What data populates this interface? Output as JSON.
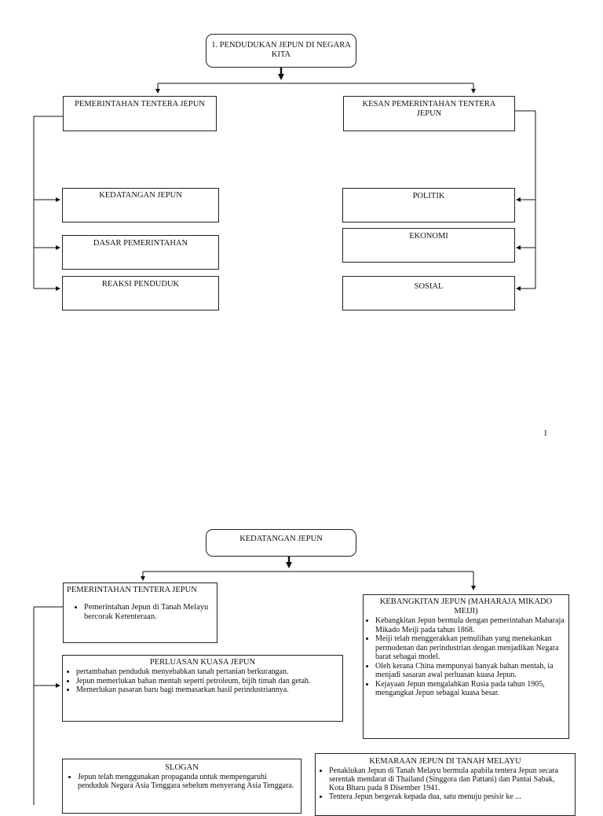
{
  "page1": {
    "title": "1. PENDUDUKAN JEPUN DI NEGARA KITA",
    "left_header": "PEMERINTAHAN TENTERA JEPUN",
    "right_header": "KESAN PEMERINTAHAN TENTERA JEPUN",
    "left_items": [
      "KEDATANGAN JEPUN",
      "DASAR PEMERINTAHAN",
      "REAKSI PENDUDUK"
    ],
    "right_items": [
      "POLITIK",
      "EKONOMI",
      "SOSIAL"
    ],
    "page_number": "1"
  },
  "page2": {
    "title": "KEDATANGAN JEPUN",
    "pemerintahan": {
      "title": "PEMERINTAHAN TENTERA JEPUN",
      "bullets": [
        "Pemerintahan Jepun di Tanah Melayu bercorak Ketenteraan."
      ]
    },
    "kebangkitan": {
      "title": "KEBANGKITAN JEPUN (MAHARAJA MIKADO MEIJI)",
      "bullets": [
        "Kebangkitan Jepun bermula dengan pemerintahan Maharaja Mikado Meiji pada tahun 1868.",
        "Meiji telah menggerakkan pemulihan yang menekankan permodenan dan perindustrian dengan menjadikan Negara barat sebagai model.",
        "Oleh kerana China mempunyai banyak bahan mentah, ia menjadi sasaran awal perluasan kuasa Jepun.",
        "Kejayaan Jepun mengalahkan Rusia pada tahun 1905, mengangkat Jepun sebagai kuasa besar."
      ]
    },
    "perluasan": {
      "title": "PERLUASAN KUASA JEPUN",
      "bullets": [
        "pertambahan penduduk menyebabkan tanah pertanian berkurangan.",
        "Jepun memerlukan bahan mentah seperti petroleum, bijih timah dan getah.",
        "Memerlukan pasaran baru bagi memasarkan hasil perindustriannya."
      ]
    },
    "slogan": {
      "title": "SLOGAN",
      "bullets": [
        "Jepun telah menggunakan propaganda untuk mempengaruhi penduduk Negara Asia Tenggara sebelum menyerang Asia Tenggara."
      ]
    },
    "kemaraan": {
      "title": "KEMARAAN JEPUN DI TANAH MELAYU",
      "bullets": [
        "Penaklukan Jepun di Tanah Melayu bermula apabila tentera Jepun secara serentak mendarat di Thailand (Singgora dan Pattani) dan Pantai Sabak, Kota Bharu pada 8 Disember 1941.",
        "Tentera Jepun bergerak kepada dua, satu menuju pesisir ke ..."
      ]
    }
  }
}
